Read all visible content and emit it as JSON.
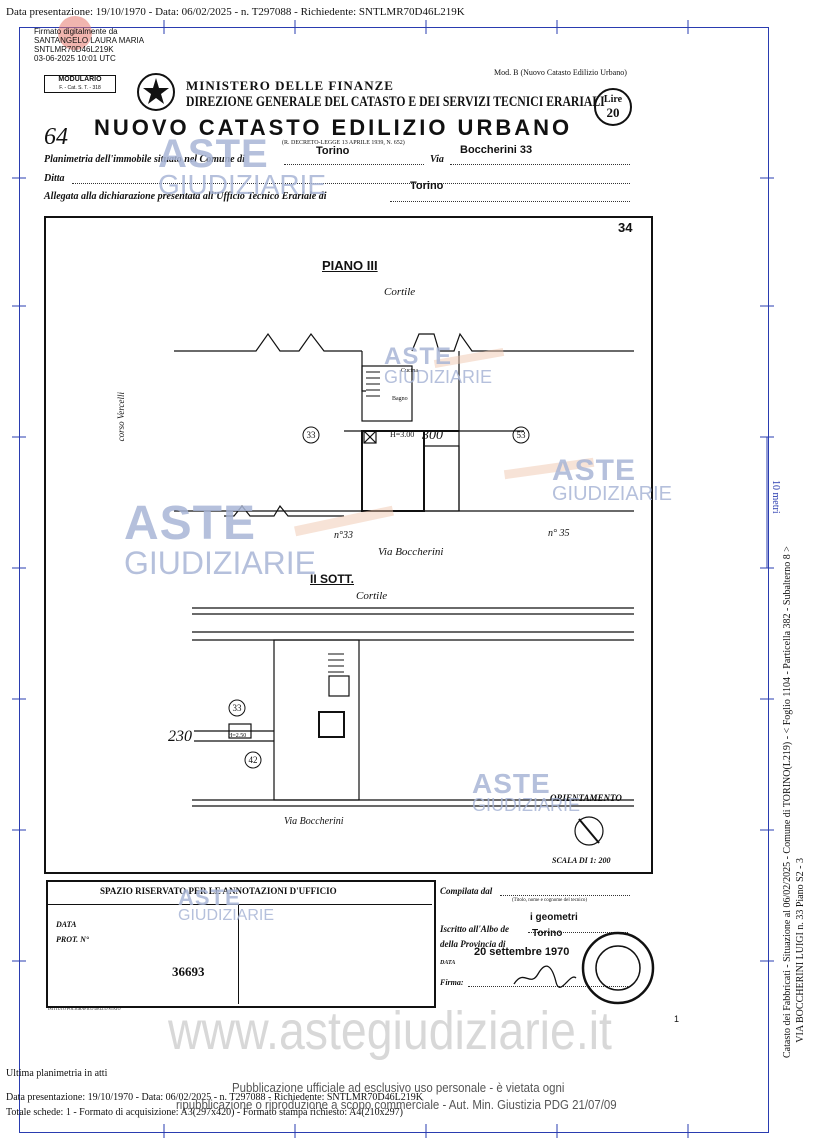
{
  "top_line": "Data presentazione: 19/10/1970 - Data: 06/02/2025 - n. T297088 - Richiedente: SNTLMR70D46L219K",
  "signature_stamp": {
    "line1": "Firmato digitalmente da",
    "line2": "SANTANGELO LAURA MARIA",
    "line3": "SNTLMR70D46L219K",
    "line4": "03-06-2025 10:01 UTC"
  },
  "header": {
    "modulario": "MODULARIO",
    "modulario_sub": "F. - Cat. S. T. - 318",
    "ministry": "MINISTERO DELLE FINANZE",
    "direzione": "DIREZIONE GENERALE DEL CATASTO E DEI SERVIZI TECNICI ERARIALI",
    "mod_b": "Mod. B (Nuovo Catasto Edilizio Urbano)",
    "lire": "Lire",
    "lire_val": "20",
    "number_handwritten": "64",
    "title": "NUOVO CATASTO EDILIZIO URBANO",
    "decreto": "(R. DECRETO-LEGGE 13 APRILE 1939, N. 652)",
    "planimetria_label": "Planimetria dell'immobile situato nel Comune di",
    "comune": "Torino",
    "via_label": "Via",
    "via": "Boccherini 33",
    "ditta_label": "Ditta",
    "allegata_label": "Allegata alla dichiarazione presentata all'Ufficio Tecnico Erariale di",
    "ufficio": "Torino"
  },
  "plan": {
    "sheet_no": "34",
    "piano_title": "PIANO III",
    "cortile_1": "Cortile",
    "corso": "corso Vercelli",
    "room_cucina": "Cucina",
    "room_bagno": "Bagno",
    "h_label": "H=3.00",
    "h_num": "300",
    "circle_33": "33",
    "circle_53": "53",
    "no33": "n°33",
    "no35": "n° 35",
    "via_street_1": "Via Boccherini",
    "sott_title": "II SOTT.",
    "cortile_2": "Cortile",
    "label_230": "230",
    "circle_33b": "33",
    "circle_42": "42",
    "h_label_2": "H=2.50",
    "via_street_2": "Via Boccherini",
    "orientamento": "ORIENTAMENTO",
    "scala": "SCALA DI 1: 200"
  },
  "office": {
    "spazio": "SPAZIO RISERVATO PER LE ANNOTAZIONI D'UFFICIO",
    "data_label": "DATA",
    "prot_label": "PROT. N°",
    "prot_val": "36693",
    "printer_note": "ISTITUTO POLIGRAFICO DELLO STATO",
    "compilata_label": "Compilata dal",
    "compilata_sub": "(Titolo, nome e cognome del tecnico)",
    "geometri": "i geometri",
    "iscritto_label": "Iscritto all'Albo de",
    "provincia_label": "della Provincia di",
    "provincia": "Torino",
    "data2_label": "DATA",
    "data2": "20 settembre 1970",
    "firma_label": "Firma:"
  },
  "side_scale": "10 metri",
  "side_caption_1": "Catasto dei Fabbricati - Situazione al 06/02/2025 - Comune di TORINO(L219) - < Foglio 1104 - Particella 382 - Subalterno 8 >",
  "side_caption_2": "VIA BOCCHERINI LUIGI n. 33 Piano S2 - 3",
  "watermark_brand_1": "ASTE",
  "watermark_brand_2": "GIUDIZIARIE",
  "watermark_url": "www.astegiudiziarie.it",
  "watermark_notice_1": "Pubblicazione ufficiale ad esclusivo uso personale - è vietata ogni",
  "watermark_notice_2": "ripubblicazione o riproduzione a scopo commerciale - Aut. Min. Giustizia PDG 21/07/09",
  "page_marker": "1",
  "footer": {
    "ultima": "Ultima planimetria in atti",
    "line1": "Data presentazione: 19/10/1970 - Data: 06/02/2025 - n. T297088 - Richiedente: SNTLMR70D46L219K",
    "line2": "Totale schede: 1 - Formato di acquisizione: A3(297x420) - Formato stampa richiesto: A4(210x297)"
  }
}
